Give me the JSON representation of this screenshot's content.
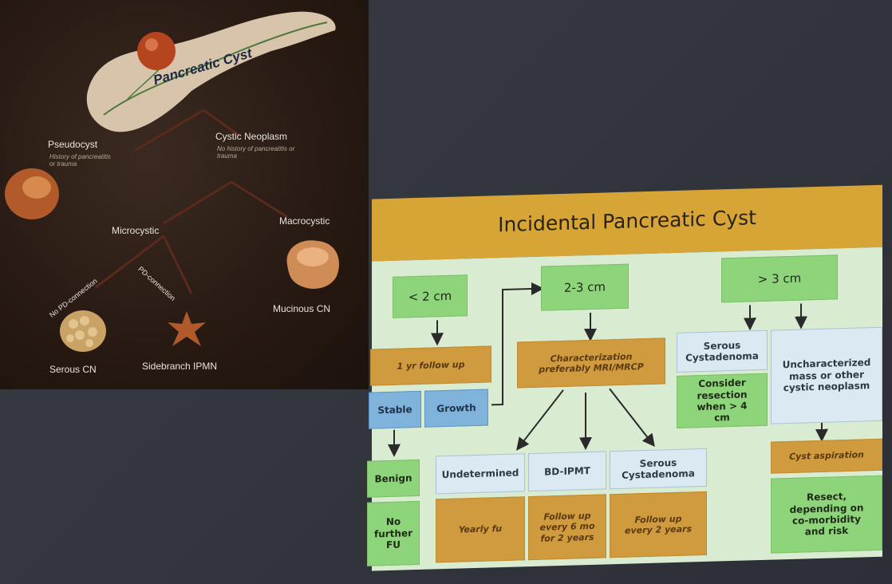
{
  "left_slide": {
    "title": "Pancreatic Cyst",
    "pseudocyst": {
      "label": "Pseudocyst",
      "note": "History of pancreatitis or trauma"
    },
    "neoplasm": {
      "label": "Cystic Neoplasm",
      "note": "No history of pancreatitis or trauma"
    },
    "microcystic": "Microcystic",
    "macrocystic": "Macrocystic",
    "no_pd": "No PD-connection",
    "pd": "PD-connection",
    "serous": "Serous CN",
    "sidebranch": "Sidebranch IPMN",
    "mucinous": "Mucinous CN"
  },
  "flowchart": {
    "title": "Incidental Pancreatic Cyst",
    "size_small": "< 2 cm",
    "size_mid": "2-3 cm",
    "size_large": "> 3 cm",
    "follow_up_1yr": "1 yr follow up",
    "stable": "Stable",
    "growth": "Growth",
    "benign": "Benign",
    "no_further_fu": "No further FU",
    "characterization": "Characterization preferably MRI/MRCP",
    "undetermined": "Undetermined",
    "bd_ipmt": "BD-IPMT",
    "serous_mid": "Serous Cystadenoma",
    "yearly_fu": "Yearly fu",
    "fu_6mo": "Follow up every 6 mo for 2 years",
    "fu_2yr": "Follow up every 2 years",
    "serous_large": "Serous Cystadenoma",
    "consider_resection": "Consider resection when > 4 cm",
    "uncharacterized": "Uncharacterized mass or other cystic neoplasm",
    "cyst_aspiration": "Cyst aspiration",
    "resect": "Resect, depending on co-morbidity and risk"
  },
  "colors": {
    "header": "#d7a436",
    "body": "#d9ecd2",
    "green_box": "#8ed47b",
    "orange_box": "#d09a3e",
    "blue_box": "#7fb3dc",
    "white_box": "#dbe9f2"
  }
}
